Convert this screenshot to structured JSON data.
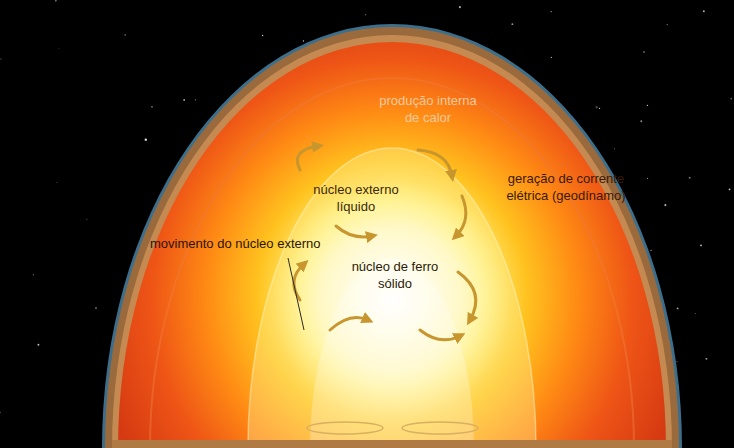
{
  "diagram": {
    "labels": [
      "produção interna de calor",
      "núcleo externo líquido",
      "geração de corrente elétrica (geodínamo)",
      "movimento do núcleo externo",
      "núcleo de ferro sólido"
    ]
  }
}
